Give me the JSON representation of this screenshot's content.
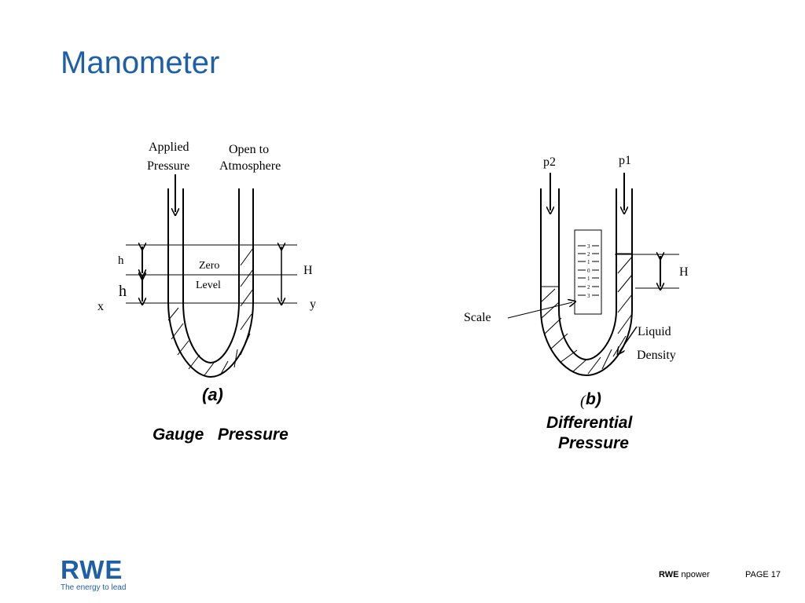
{
  "slide": {
    "title": "Manometer"
  },
  "diagram_a": {
    "applied_label_1": "Applied",
    "applied_label_2": "Pressure",
    "open_label_1": "Open to",
    "open_label_2": "Atmosphere",
    "h_small": "h",
    "h_large": "h",
    "zero_label_1": "Zero",
    "zero_label_2": "Level",
    "H_label": "H",
    "x_label": "x",
    "y_label": "y",
    "caption_letter": "(a)",
    "caption": "Gauge   Pressure"
  },
  "diagram_b": {
    "p2_label": "p2",
    "p1_label": "p1",
    "scale_label": "Scale",
    "H_label": "H",
    "liquid_label": "Liquid",
    "density_label": "Density",
    "scale_ticks": [
      "3",
      "2",
      "1",
      "0",
      "1",
      "2",
      "3"
    ],
    "caption_letter_open": "(",
    "caption_letter": "b)",
    "caption_1": "Differential",
    "caption_2": "Pressure"
  },
  "footer": {
    "logo": "RWE",
    "tagline": "The energy to lead",
    "brand_bold": "RWE",
    "brand_rest": " npower",
    "page": "PAGE 17"
  },
  "colors": {
    "title": "#1f5fa6",
    "logo": "#1f5fa6"
  }
}
